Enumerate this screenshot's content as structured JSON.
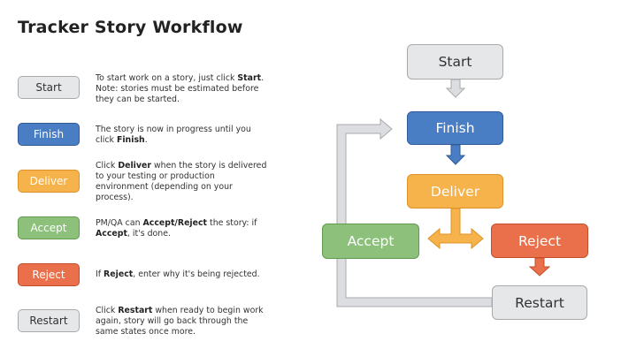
{
  "title": "Tracker Story Workflow",
  "legend": [
    {
      "label": "Start",
      "desc": [
        [
          "To start work on a story, just click ",
          false
        ],
        [
          "Start",
          true
        ],
        [
          ". Note: stories must be estimated before they can be started.",
          false
        ]
      ]
    },
    {
      "label": "Finish",
      "desc": [
        [
          "The story is now in progress until you click ",
          false
        ],
        [
          "Finish",
          true
        ],
        [
          ".",
          false
        ]
      ]
    },
    {
      "label": "Deliver",
      "desc": [
        [
          "Click ",
          false
        ],
        [
          "Deliver",
          true
        ],
        [
          " when the story is delivered to your testing or production environment (depending on your process).",
          false
        ]
      ]
    },
    {
      "label": "Accept",
      "desc": [
        [
          "PM/QA can ",
          false
        ],
        [
          "Accept/Reject",
          true
        ],
        [
          " the story: if ",
          false
        ],
        [
          "Accept",
          true
        ],
        [
          ", it's done.",
          false
        ]
      ]
    },
    {
      "label": "Reject",
      "desc": [
        [
          "If ",
          false
        ],
        [
          "Reject",
          true
        ],
        [
          ", enter why it's being rejected.",
          false
        ]
      ]
    },
    {
      "label": "Restart",
      "desc": [
        [
          "Click ",
          false
        ],
        [
          "Restart",
          true
        ],
        [
          " when ready to begin work again, story will go back through the same states once more.",
          false
        ]
      ]
    }
  ],
  "flow": {
    "start": "Start",
    "finish": "Finish",
    "deliver": "Deliver",
    "accept": "Accept",
    "reject": "Reject",
    "restart": "Restart"
  },
  "colors": {
    "gray": "#e6e7e9",
    "blue": "#4a7ec4",
    "orange": "#f6b24b",
    "green": "#8cc07b",
    "red": "#e9704a",
    "connector_gray": "#dcdde0"
  }
}
